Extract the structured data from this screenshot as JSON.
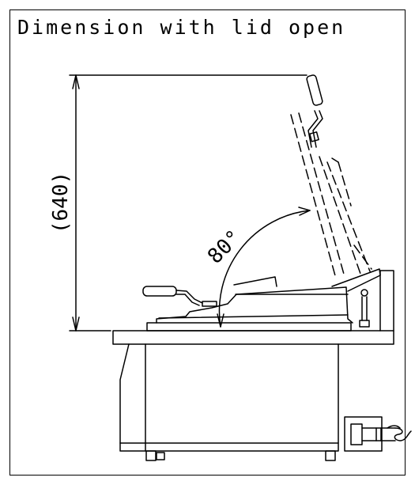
{
  "title": "Dimension with lid open",
  "height_dimension": "(640)",
  "angle_label": "80°",
  "colors": {
    "line": "#000000",
    "background": "#ffffff"
  }
}
